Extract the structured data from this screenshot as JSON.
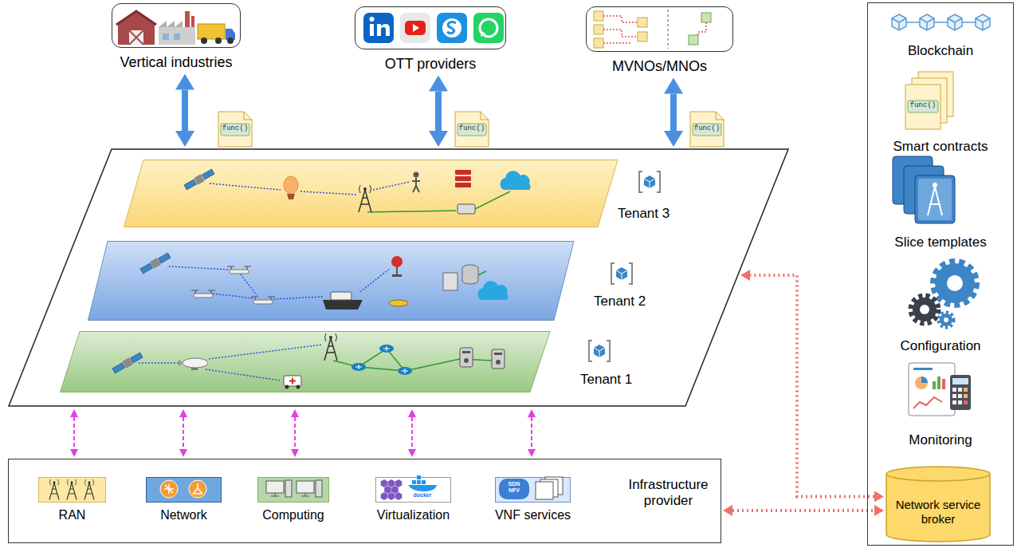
{
  "diagram": {
    "nodes": [
      {
        "text": [
          "Vertical industries"
        ]
      },
      {
        "text": [
          "OTT providers"
        ]
      },
      {
        "text": [
          "MVNOs/MNOs"
        ]
      },
      {
        "text": []
      },
      {
        "text": [
          "Tenant 3"
        ],
        "in": 3
      },
      {
        "text": [
          "Tenant 2"
        ],
        "in": 3
      },
      {
        "text": [
          "Tenant 1"
        ],
        "in": 3
      },
      {
        "text": [
          "Infrastructure provider"
        ]
      },
      {
        "text": [
          "RAN"
        ],
        "in": 7
      },
      {
        "text": [
          "Network"
        ],
        "in": 7
      },
      {
        "text": [
          "Computing"
        ],
        "in": 7
      },
      {
        "text": [
          "Virtualization"
        ],
        "in": 7
      },
      {
        "text": [
          "VNF services"
        ],
        "in": 7
      },
      {
        "text": [
          "Blockchain",
          "Smart contracts",
          "Slice templates",
          "Configuration",
          "Monitoring"
        ]
      },
      {
        "text": [
          "Network service broker"
        ],
        "in": 13
      }
    ],
    "edges": [
      {
        "from": 0,
        "to": 3,
        "arrow": "both"
      },
      {
        "from": 1,
        "to": 3,
        "arrow": "both"
      },
      {
        "from": 2,
        "to": 3,
        "arrow": "both"
      },
      {
        "from": 3,
        "to": 7,
        "arrow": "both"
      },
      {
        "from": 3,
        "to": 7,
        "arrow": "both"
      },
      {
        "from": 3,
        "to": 7,
        "arrow": "both"
      },
      {
        "from": 3,
        "to": 7,
        "arrow": "both"
      },
      {
        "from": 3,
        "to": 7,
        "arrow": "both"
      },
      {
        "from": 14,
        "to": 3,
        "arrow": "both"
      },
      {
        "from": 7,
        "to": 14,
        "arrow": "both"
      }
    ],
    "labels": [
      "func()",
      "func()",
      "func()",
      "func()",
      "docker",
      "SDN NFV"
    ]
  }
}
